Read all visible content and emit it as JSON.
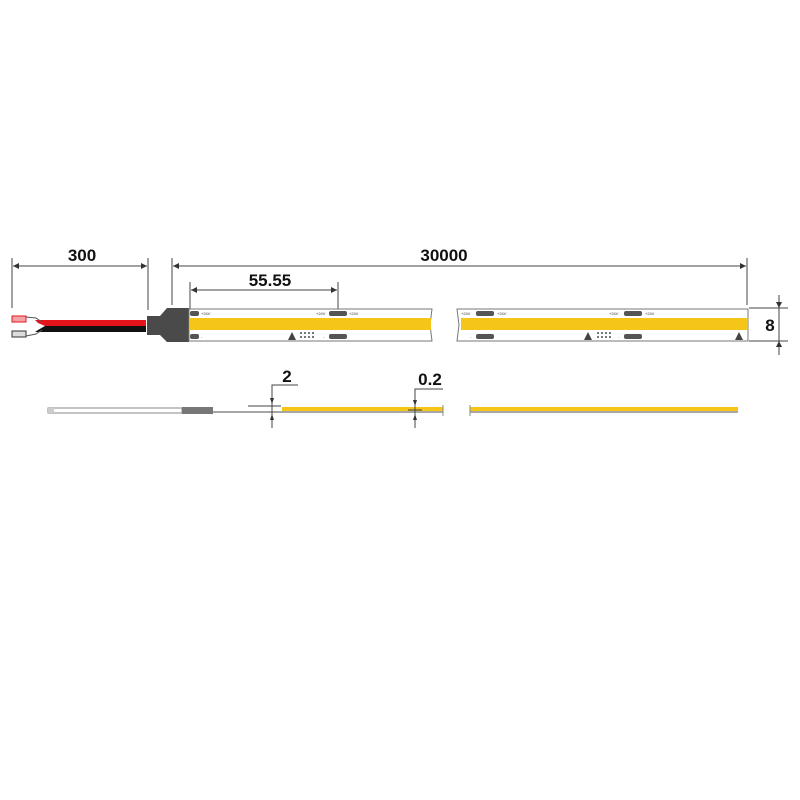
{
  "dimensions": {
    "wire_length": "300",
    "strip_length": "30000",
    "cut_unit": "55.55",
    "strip_width": "8",
    "side_height": "2",
    "side_thickness": "0.2"
  },
  "pad_labels": {
    "positive": "+24V",
    "negative": "-"
  },
  "colors": {
    "led_band": "#f5c518",
    "wire_red": "#e3141b",
    "wire_black": "#111111",
    "connector": "#4a4a4a",
    "pcb_outline": "#777777"
  }
}
